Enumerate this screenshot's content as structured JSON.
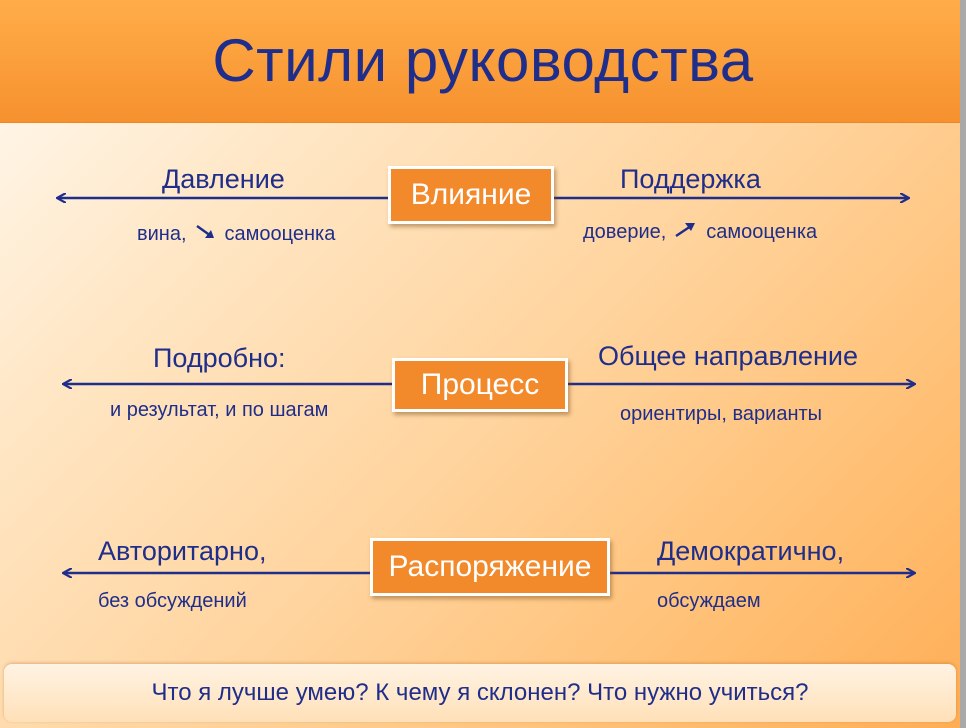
{
  "title": "Стили руководства",
  "rows": [
    {
      "center": "Влияние",
      "left_big": "Давление",
      "left_small_a": "вина,",
      "left_small_b": "самооценка",
      "left_arrow_icon": "arrow-down-right-icon",
      "right_big": "Поддержка",
      "right_small_a": "доверие,",
      "right_small_b": "самооценка",
      "right_arrow_icon": "arrow-up-right-icon"
    },
    {
      "center": "Процесс",
      "left_big": "Подробно:",
      "left_small": "и результат, и по шагам",
      "right_big": "Общее направление",
      "right_small": "ориентиры, варианты"
    },
    {
      "center": "Распоряжение",
      "left_big": "Авторитарно,",
      "left_small": "без обсуждений",
      "right_big": "Демократично,",
      "right_small": "обсуждаем"
    }
  ],
  "footer": "Что я лучше умею? К чему я склонен? Что нужно учиться?",
  "colors": {
    "text": "#1f2e8a",
    "accent": "#f28a2c",
    "title_bar": "#f6912e"
  }
}
